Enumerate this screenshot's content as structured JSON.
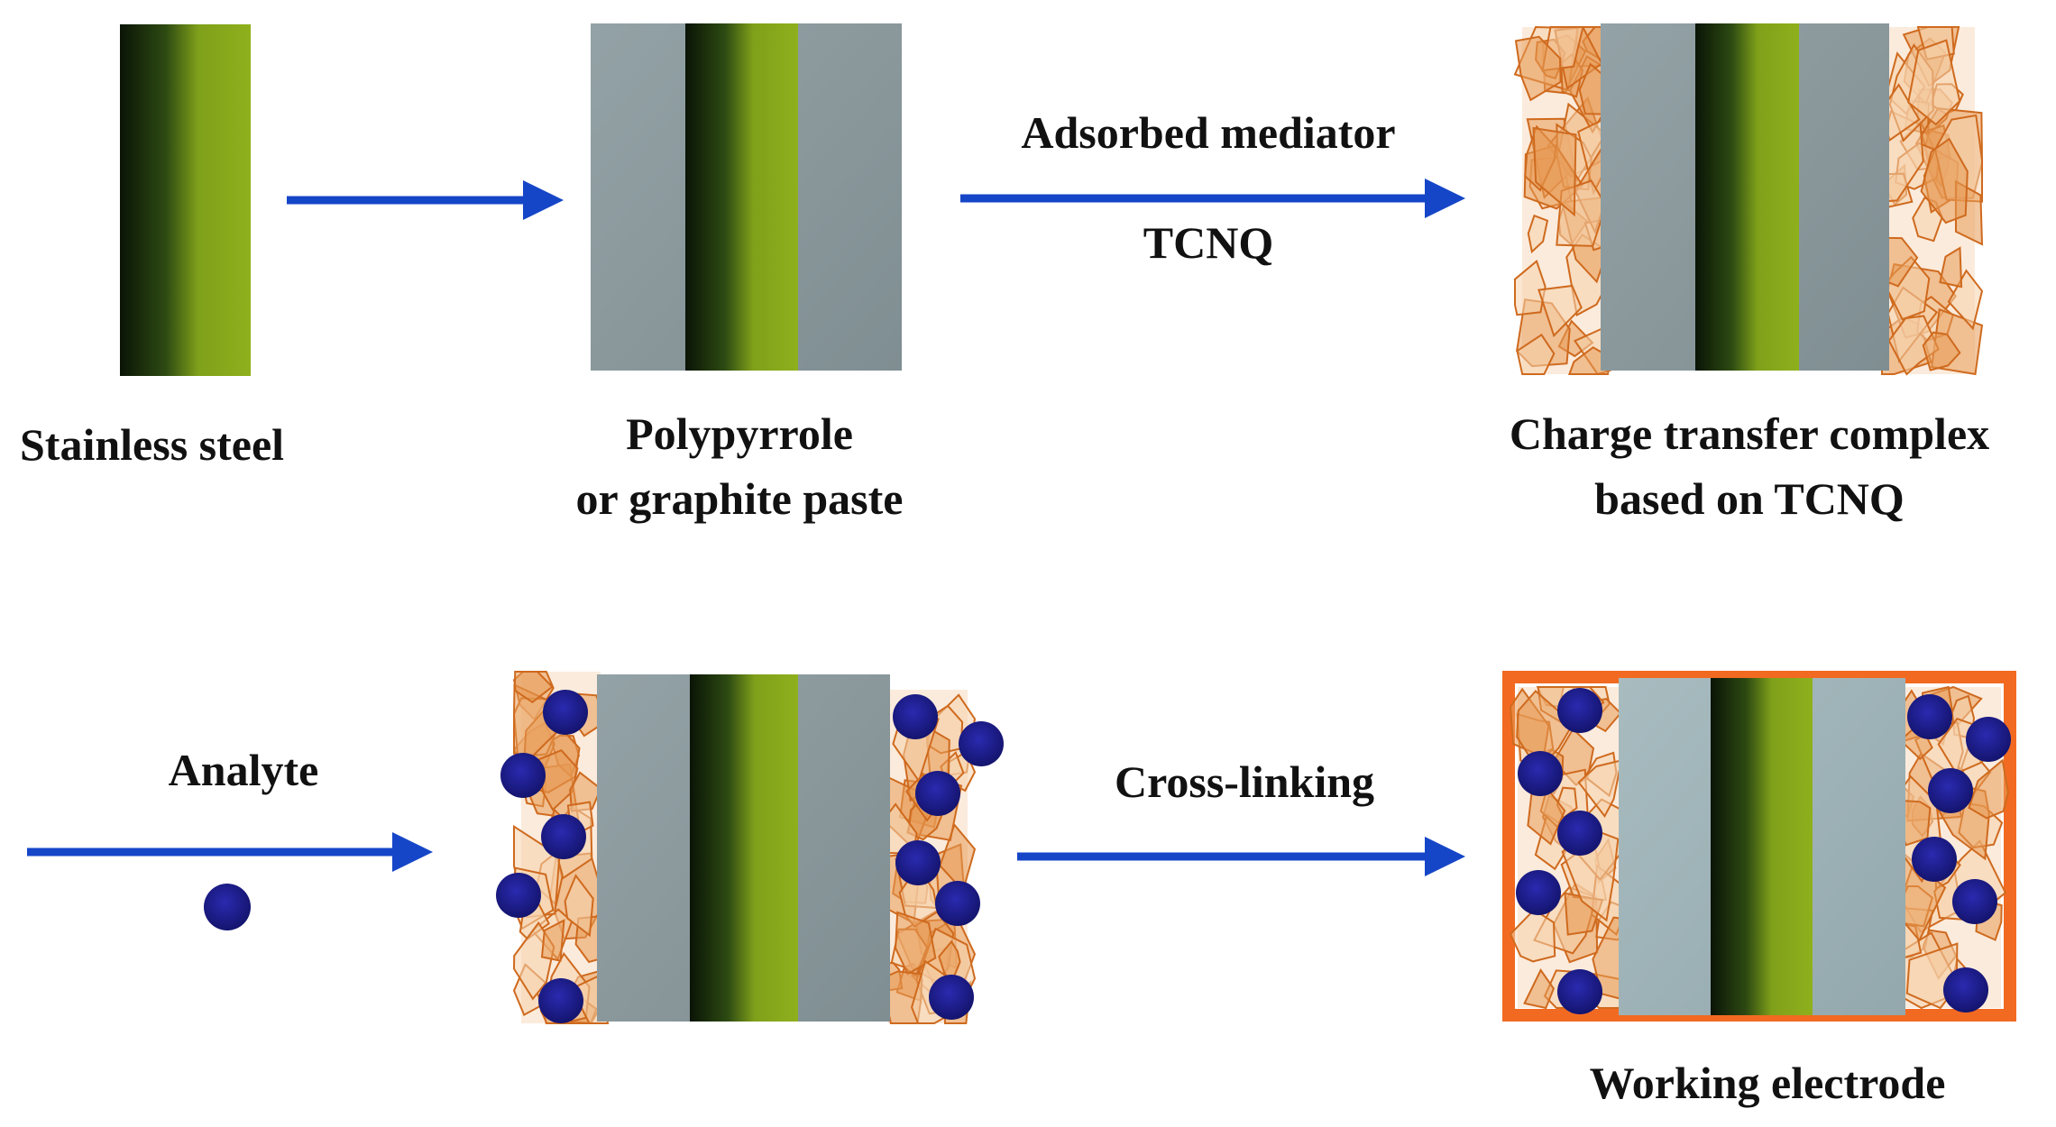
{
  "diagram": {
    "steps": {
      "stainless_steel": "Stainless steel",
      "polypyrrole_line1": "Polypyrrole",
      "polypyrrole_line2": "or graphite paste",
      "ctc_line1": "Charge transfer complex",
      "ctc_line2": "based on TCNQ",
      "working_electrode": "Working electrode"
    },
    "arrows": {
      "mediator_top": "Adsorbed mediator",
      "mediator_bottom": "TCNQ",
      "analyte": "Analyte",
      "crosslinking": "Cross-linking"
    },
    "colors": {
      "arrow": "#1646c8",
      "steel_dark": "#0c1a08",
      "steel_light": "#8fb11a",
      "coating": "#8f9c9f",
      "coating_light": "#9fb4b8",
      "crystal": "#cf6a1e",
      "analyte": "#1c1c8e",
      "membrane": "#f26a21"
    }
  }
}
